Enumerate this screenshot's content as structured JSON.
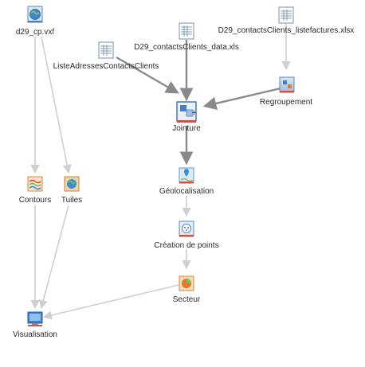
{
  "nodes": {
    "d29_cp": {
      "label": "d29_cp.vxf",
      "icon": "globe-file-icon"
    },
    "liste_adresses": {
      "label": "ListeAdressesContactsClients",
      "icon": "table-file-icon"
    },
    "contacts_data": {
      "label": "D29_contactsClients_data.xls",
      "icon": "table-file-icon"
    },
    "contacts_factures": {
      "label": "D29_contactsClients_listefactures.xlsx",
      "icon": "table-file-icon"
    },
    "regroupement": {
      "label": "Regroupement",
      "icon": "group-icon"
    },
    "jointure": {
      "label": "Jointure",
      "icon": "join-icon"
    },
    "geolocalisation": {
      "label": "Géolocalisation",
      "icon": "map-pin-icon"
    },
    "contours": {
      "label": "Contours",
      "icon": "contour-lines-icon"
    },
    "tuiles": {
      "label": "Tuiles",
      "icon": "tiles-icon"
    },
    "creation_points": {
      "label": "Création de points",
      "icon": "points-icon"
    },
    "secteur": {
      "label": "Secteur",
      "icon": "sector-icon"
    },
    "visualisation": {
      "label": "Visualisation",
      "icon": "monitor-icon"
    }
  },
  "colors": {
    "edge_active": "#8a8a8a",
    "edge_inactive": "#cfcfcf",
    "node_accent": "#e04a3a",
    "file_icon_blue": "#4a7fbf"
  }
}
